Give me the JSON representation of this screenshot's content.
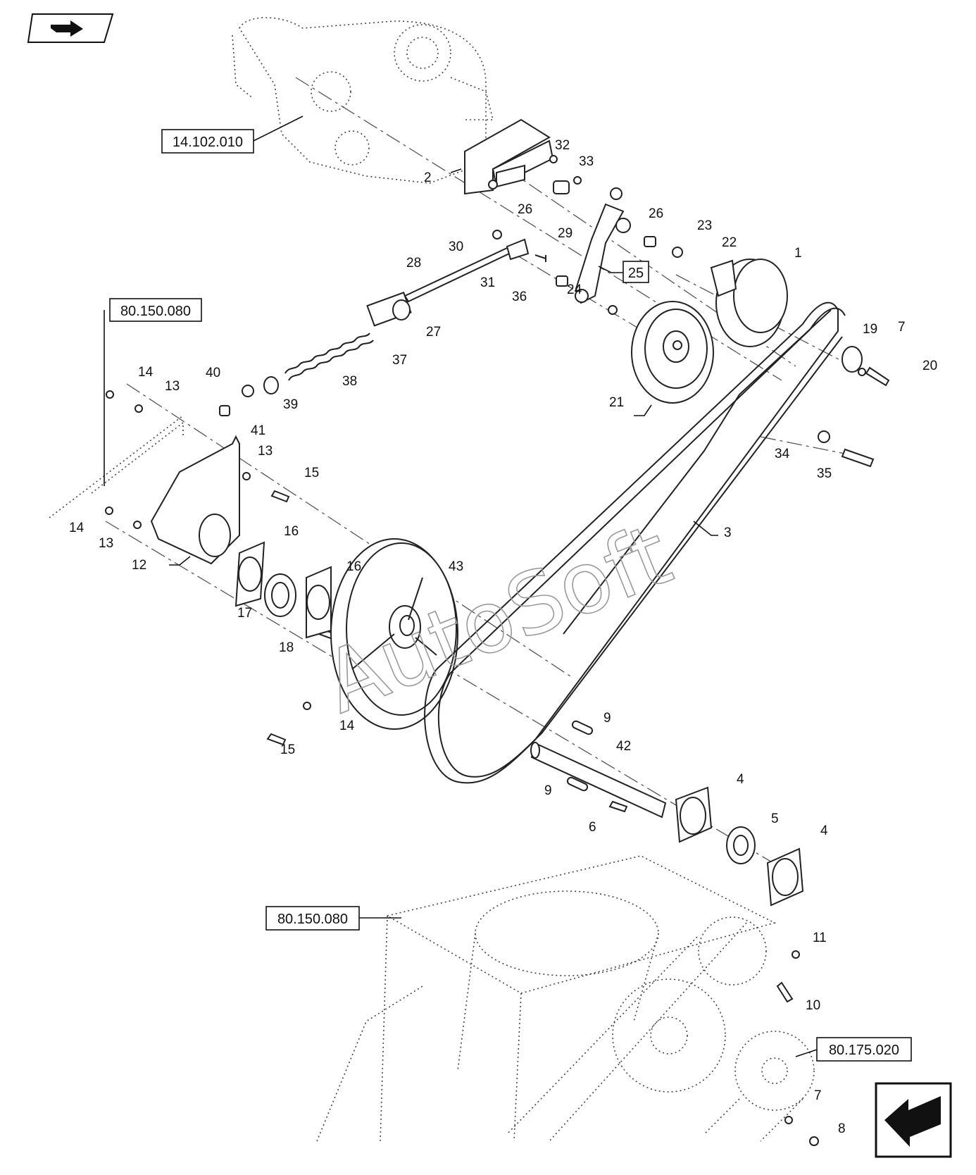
{
  "refs": [
    "14.102.010",
    "80.150.080",
    "80.150.080",
    "80.175.020"
  ],
  "boxed": "25",
  "labels": [
    "1",
    "2",
    "3",
    "4",
    "4",
    "5",
    "6",
    "7",
    "7",
    "8",
    "9",
    "9",
    "10",
    "11",
    "12",
    "13",
    "13",
    "13",
    "14",
    "14",
    "14",
    "15",
    "15",
    "16",
    "16",
    "17",
    "18",
    "19",
    "20",
    "21",
    "22",
    "23",
    "24",
    "26",
    "26",
    "27",
    "28",
    "29",
    "30",
    "31",
    "32",
    "33",
    "34",
    "35",
    "36",
    "37",
    "38",
    "39",
    "40",
    "41",
    "42",
    "43"
  ],
  "watermark": "AutoSoft",
  "icons": {
    "top_left": "book-arrow-icon",
    "bottom_right": "next-page-arrow-icon"
  }
}
